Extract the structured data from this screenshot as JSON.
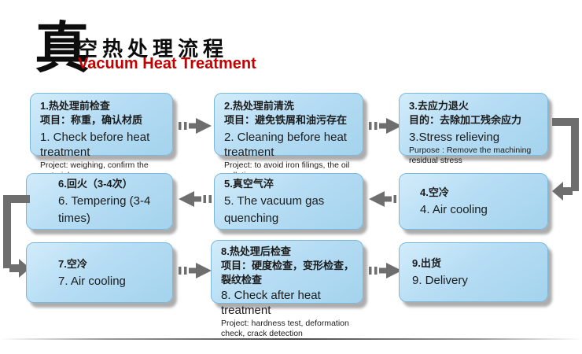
{
  "title": {
    "glyph": "真",
    "zh": "空热处理流程",
    "en": "Vacuum Heat Treatment"
  },
  "colors": {
    "title_en": "#c40000",
    "box_fill_light": "#d2ecfa",
    "box_fill_dark": "#a4d3ed",
    "box_border": "#7cb8da",
    "arrow": "#6e6e6e",
    "text": "#1b1b1b"
  },
  "boxes": [
    {
      "zh_title": "1.热处理前检查",
      "zh_detail": "项目：称重，确认材质",
      "en_title": "1. Check before heat treatment",
      "en_detail": "Project: weighing, confirm the material"
    },
    {
      "zh_title": "2.热处理前清洗",
      "zh_detail": "项目：避免铁屑和油污存在",
      "en_title": "2. Cleaning before heat treatment",
      "en_detail": "Project: to avoid iron filings, the oil pollution"
    },
    {
      "zh_title": "3.去应力退火",
      "zh_detail": "目的：去除加工残余应力",
      "en_title": "3.Stress relieving",
      "en_detail": "Purpose : Remove the machining residual stress"
    },
    {
      "zh_title": "4.空冷",
      "zh_detail": "",
      "en_title": "4. Air cooling",
      "en_detail": ""
    },
    {
      "zh_title": "5.真空气淬",
      "zh_detail": "",
      "en_title": "5. The vacuum gas quenching",
      "en_detail": ""
    },
    {
      "zh_title": "6.回火（3-4次）",
      "zh_detail": "",
      "en_title": "6. Tempering (3-4 times)",
      "en_detail": ""
    },
    {
      "zh_title": "7.空冷",
      "zh_detail": "",
      "en_title": "7. Air cooling",
      "en_detail": ""
    },
    {
      "zh_title": "8.热处理后检查",
      "zh_detail": "项目：硬度检查，变形检查，裂纹检查",
      "en_title": "8. Check after heat treatment",
      "en_detail": "Project: hardness test, deformation check, crack detection"
    },
    {
      "zh_title": "9.出货",
      "zh_detail": "",
      "en_title": "9. Delivery",
      "en_detail": ""
    }
  ]
}
